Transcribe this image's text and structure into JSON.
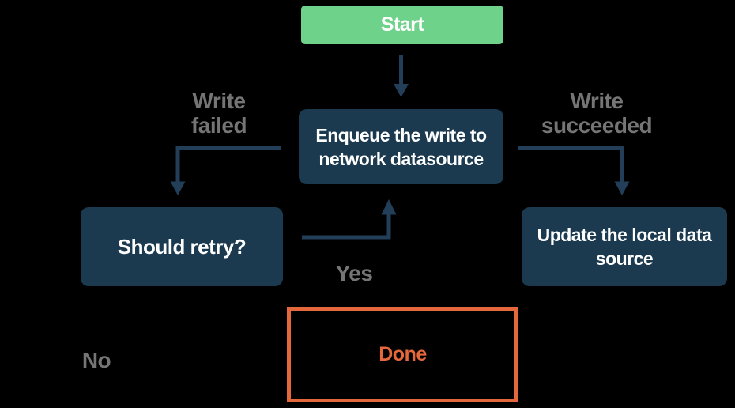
{
  "colors": {
    "background": "#000000",
    "accent_green": "#6FD28A",
    "node_navy": "#1B3A4F",
    "arrow": "#223E58",
    "label_gray": "#757575",
    "accent_orange": "#E5683C",
    "text_white": "#FFFFFF"
  },
  "nodes": {
    "start": {
      "label": "Start"
    },
    "enqueue": {
      "lines": [
        "Enqueue the write to",
        "network datasource"
      ]
    },
    "should_retry": {
      "label": "Should retry?"
    },
    "update_local": {
      "lines": [
        "Update the local data",
        "source"
      ]
    },
    "done": {
      "label": "Done"
    }
  },
  "edge_labels": {
    "write_failed": {
      "lines": [
        "Write",
        "failed"
      ]
    },
    "write_succeeded": {
      "lines": [
        "Write",
        "succeeded"
      ]
    },
    "yes": "Yes",
    "no": "No"
  }
}
